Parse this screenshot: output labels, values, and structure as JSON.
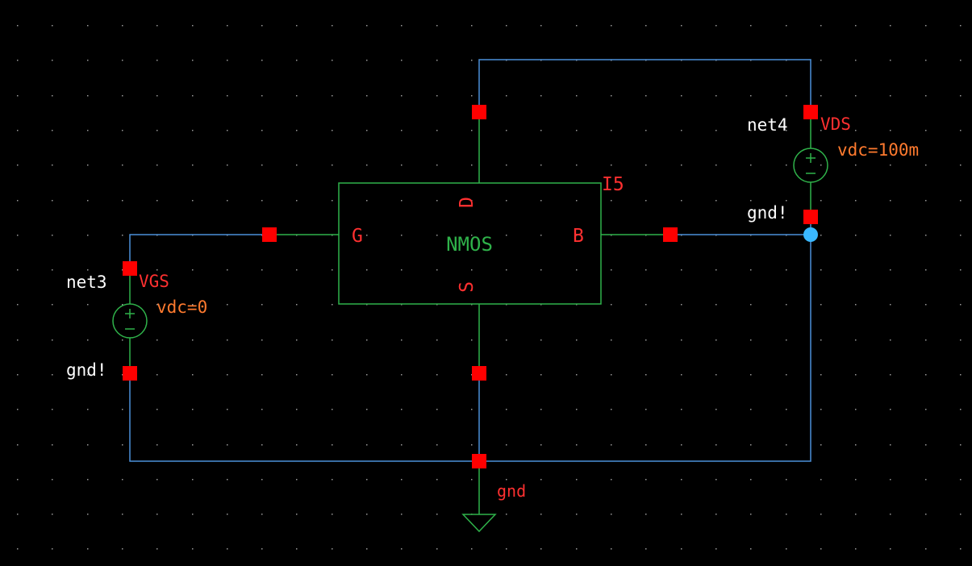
{
  "colors": {
    "background": "#000000",
    "wire": "#4a90d9",
    "symbol": "#2fb24a",
    "pin": "#ff0000",
    "instance_label": "#ff3030",
    "param_label": "#ff7a2e",
    "net_label": "#ffffff",
    "grid_dot": "#9a9a9a",
    "selected_dot": "#3ab8ff"
  },
  "instance": {
    "name": "I5",
    "cell": "NMOS",
    "pins": {
      "gate": "G",
      "drain": "D",
      "source": "S",
      "bulk": "B"
    }
  },
  "sources": [
    {
      "name": "VGS",
      "param": "vdc=0",
      "plus_net": "net3",
      "minus_net": "gnd!"
    },
    {
      "name": "VDS",
      "param": "vdc=100m",
      "plus_net": "net4",
      "minus_net": "gnd!"
    }
  ],
  "ground": {
    "label": "gnd"
  }
}
